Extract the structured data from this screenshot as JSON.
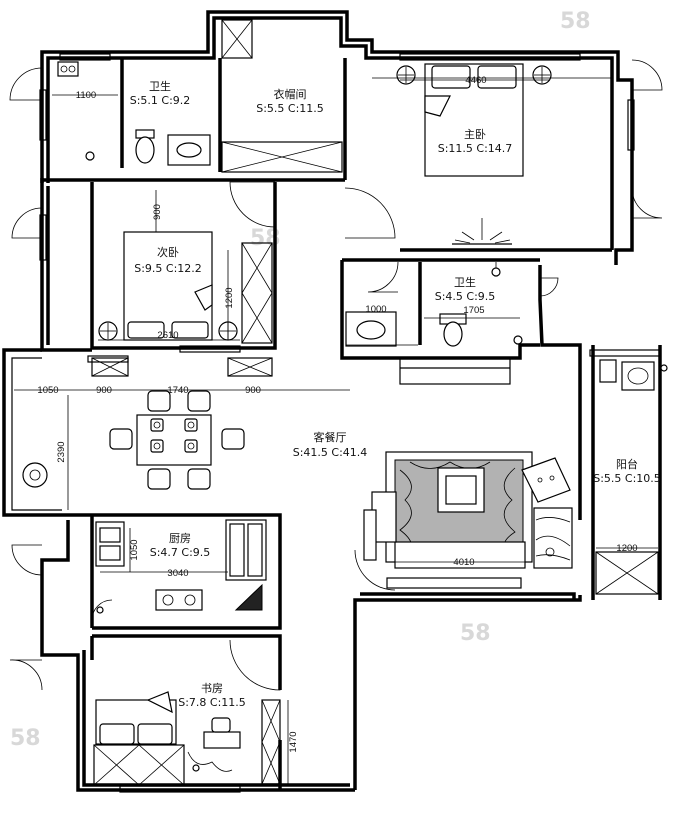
{
  "rooms": {
    "bath_north": {
      "label": "卫生",
      "area": "S:5.1 C:9.2"
    },
    "cloak": {
      "label": "衣帽间",
      "area": "S:5.5 C:11.5"
    },
    "master": {
      "label": "主卧",
      "area": "S:11.5 C:14.7"
    },
    "second": {
      "label": "次卧",
      "area": "S:9.5 C:12.2"
    },
    "bath_mid": {
      "label": "卫生",
      "area": "S:4.5 C:9.5"
    },
    "living": {
      "label": "客餐厅",
      "area": "S:41.5 C:41.4"
    },
    "balcony": {
      "label": "阳台",
      "area": "S:5.5 C:10.5"
    },
    "kitchen": {
      "label": "厨房",
      "area": "S:4.7 C:9.5"
    },
    "study": {
      "label": "书房",
      "area": "S:7.8 C:11.5"
    }
  },
  "dimensions": {
    "d1100": "1100",
    "d4460": "4460",
    "d900": "900",
    "d1200a": "1200",
    "d2610": "2610",
    "d1000": "1000",
    "d1705": "1705",
    "d1050": "1050",
    "d900b": "900",
    "d1740": "1740",
    "d900c": "900",
    "d2390": "2390",
    "d1050b": "1050",
    "d3040": "3040",
    "d4010": "4010",
    "d1200b": "1200",
    "d1470": "1470"
  },
  "watermark": "58"
}
